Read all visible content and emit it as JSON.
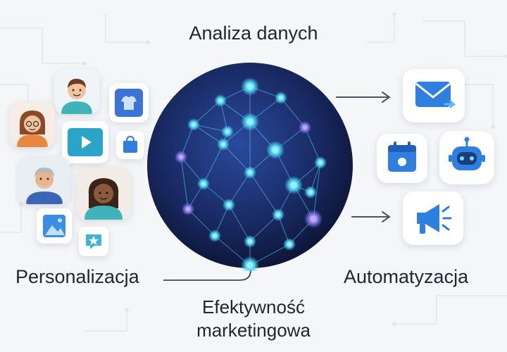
{
  "labels": {
    "top": "Analiza danych",
    "left": "Personalizacja",
    "right": "Automatyzacja",
    "bottom_line1": "Efektywność",
    "bottom_line2": "marketingowa"
  },
  "colors": {
    "background": "#f4f6f8",
    "sphere_dark": "#121d45",
    "sphere_mid": "#1f3a86",
    "node_cyan": "#4fd9f5",
    "node_violet": "#8c7cf2",
    "icon_blue": "#2f7fe0",
    "skin_light": "#f2c39c",
    "skin_dark": "#8a5a3c",
    "shirt_teal": "#3fb3b8"
  },
  "icons": {
    "left": [
      "person-man-avatar",
      "shirt-icon",
      "person-woman-glasses-avatar",
      "video-play-icon",
      "shopping-bag-icon",
      "person-older-man-avatar",
      "person-woman-avatar",
      "image-icon",
      "star-chat-icon"
    ],
    "right": [
      "email-icon",
      "calendar-icon",
      "chatbot-icon",
      "megaphone-icon"
    ]
  }
}
